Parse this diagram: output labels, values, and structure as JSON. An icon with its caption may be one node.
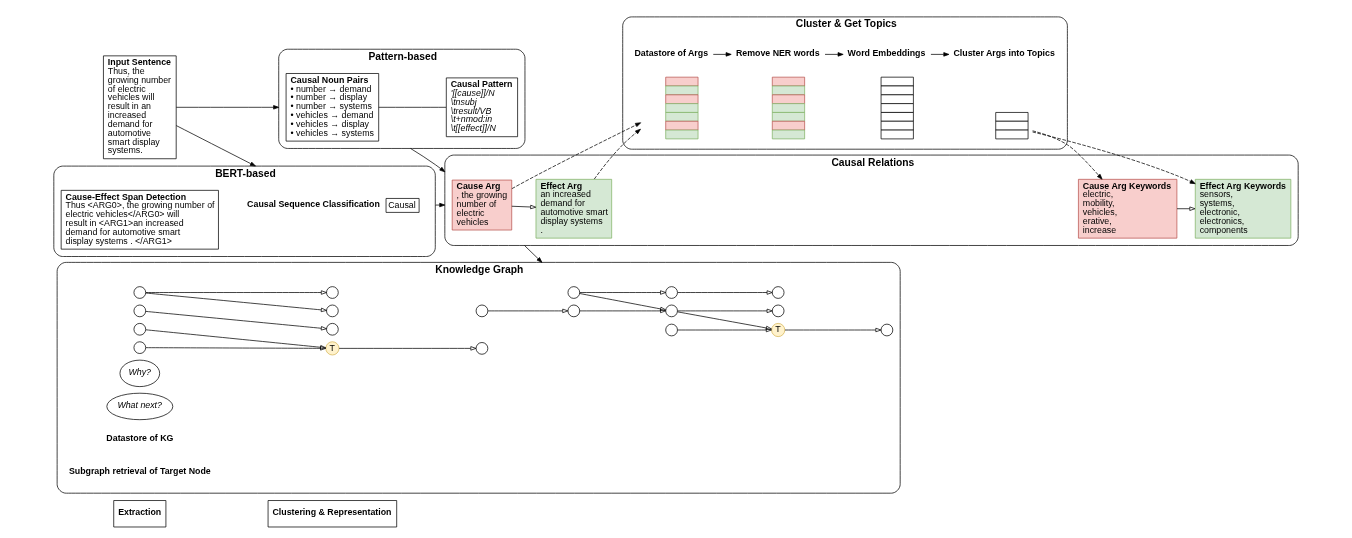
{
  "diagram": {
    "nodes": [
      {
        "text": [
          "Extraction"
        ]
      },
      {
        "text": [
          "Clustering & Representation"
        ]
      },
      {
        "text": [
          "Input Sentence",
          "Thus, the growing number of electric vehicles will result in an increased demand for automotive smart display systems."
        ]
      },
      {
        "text": [
          "Pattern-based"
        ]
      },
      {
        "text": [
          "Causal Noun Pairs",
          "• number → demand",
          "• number → display",
          "• number → systems",
          "• vehicles → demand",
          "• vehicles → display",
          "• vehicles → systems"
        ],
        "in": 3
      },
      {
        "text": [
          "Causal Pattern",
          "'[[cause]]/N",
          "\\tnsubj",
          "\\tresult/VB",
          "\\t+nmod:in",
          "\\t[[effect]]/N"
        ],
        "in": 3
      },
      {
        "text": [
          "BERT-based"
        ]
      },
      {
        "text": [
          "Causal"
        ],
        "beside": [
          "Causal Sequence Classification"
        ],
        "in": 6
      },
      {
        "text": [
          "Cause-Effect Span Detection",
          "Thus <ARG0>, the growing number of electric vehicles</ARG0> will result in <ARG1>an increased demand for automotive smart display systems . </ARG1>"
        ],
        "in": 6
      },
      {
        "text": [
          "Causal Relations"
        ]
      },
      {
        "text": [
          "Cause Arg",
          ", the growing number of electric vehicles"
        ],
        "in": 9
      },
      {
        "text": [
          "Effect Arg",
          "an increased demand for automotive smart display systems ."
        ],
        "in": 9
      },
      {
        "text": [
          "Cause Arg Keywords",
          "electric, mobility, vehicles, erative, increase"
        ],
        "in": 9
      },
      {
        "text": [
          "Effect Arg Keywords",
          "sensors, systems, electronic, electronics, components"
        ],
        "in": 9
      },
      {
        "text": [
          "Cluster & Get Topics"
        ]
      },
      {
        "text": [
          "Datastore of Args"
        ],
        "in": 14
      },
      {
        "text": [
          "Remove NER words"
        ],
        "in": 14
      },
      {
        "text": [
          "Word Embeddings"
        ],
        "in": 14
      },
      {
        "text": [
          "Cluster Args into Topics"
        ],
        "in": 14
      },
      {
        "text": [],
        "shape": "picture",
        "in": 14
      },
      {
        "text": [],
        "shape": "picture",
        "in": 14
      },
      {
        "text": [],
        "shape": "picture",
        "in": 14
      },
      {
        "text": [],
        "shape": "picture",
        "in": 14
      },
      {
        "text": [
          "Knowledge Graph"
        ]
      },
      {
        "text": [],
        "shape": "circle",
        "in": 23
      },
      {
        "text": [],
        "shape": "circle",
        "in": 23
      },
      {
        "text": [],
        "shape": "circle",
        "in": 23
      },
      {
        "text": [],
        "shape": "circle",
        "in": 23
      },
      {
        "text": [],
        "shape": "circle",
        "in": 23
      },
      {
        "text": [],
        "shape": "circle",
        "in": 23
      },
      {
        "text": [],
        "shape": "circle",
        "in": 23
      },
      {
        "text": [],
        "shape": "circle",
        "in": 23
      },
      {
        "text": [],
        "shape": "circle",
        "in": 23
      },
      {
        "text": [
          "T"
        ],
        "in": 23
      },
      {
        "text": [],
        "shape": "circle",
        "in": 23
      },
      {
        "text": [],
        "shape": "circle",
        "in": 23
      },
      {
        "text": [],
        "shape": "circle",
        "in": 23
      },
      {
        "text": [],
        "shape": "circle",
        "in": 23
      },
      {
        "text": [],
        "shape": "circle",
        "in": 23
      },
      {
        "text": [],
        "shape": "circle",
        "in": 23
      },
      {
        "text": [
          "T"
        ],
        "in": 23
      },
      {
        "text": [],
        "shape": "circle",
        "in": 23
      },
      {
        "text": [],
        "shape": "circle",
        "in": 23
      },
      {
        "text": [
          "Why?"
        ],
        "in": 23
      },
      {
        "text": [
          "What next?"
        ],
        "in": 23
      }
    ],
    "edges": [
      {
        "from": 2,
        "to": 3,
        "arrow": "to"
      },
      {
        "from": 2,
        "to": 6,
        "arrow": "to"
      },
      {
        "from": 3,
        "to": 9,
        "arrow": "to"
      },
      {
        "from": 6,
        "to": 9,
        "arrow": "to"
      },
      {
        "from": 4,
        "to": 5,
        "arrow": "none"
      },
      {
        "from": 15,
        "to": 16,
        "arrow": "to"
      },
      {
        "from": 16,
        "to": 17,
        "arrow": "to"
      },
      {
        "from": 17,
        "to": 18,
        "arrow": "to"
      },
      {
        "from": 10,
        "to": 11,
        "arrow": "to"
      },
      {
        "from": 10,
        "to": 19,
        "arrow": "to",
        "style": "dashed"
      },
      {
        "from": 11,
        "to": 19,
        "arrow": "to",
        "style": "dashed"
      },
      {
        "from": 22,
        "to": 12,
        "arrow": "to",
        "style": "dashed"
      },
      {
        "from": 22,
        "to": 13,
        "arrow": "to",
        "style": "dashed"
      },
      {
        "from": 12,
        "to": 13,
        "arrow": "to"
      },
      {
        "from": 9,
        "to": 23,
        "arrow": "to"
      },
      {
        "from": 25,
        "to": 26,
        "arrow": "to"
      },
      {
        "from": 26,
        "to": 28,
        "arrow": "to"
      },
      {
        "from": 24,
        "to": 28,
        "arrow": "to"
      },
      {
        "from": 24,
        "to": 27,
        "arrow": "to"
      },
      {
        "from": 27,
        "to": 29,
        "arrow": "to"
      },
      {
        "from": 28,
        "to": 31,
        "arrow": "to"
      },
      {
        "from": 28,
        "to": 33,
        "arrow": "to"
      },
      {
        "from": 34,
        "to": 33,
        "arrow": "to"
      },
      {
        "from": 33,
        "to": 37,
        "arrow": "to"
      },
      {
        "from": 30,
        "to": 32,
        "arrow": "to"
      },
      {
        "from": 30,
        "to": 35,
        "arrow": "to"
      },
      {
        "from": 38,
        "to": 36,
        "arrow": "to"
      },
      {
        "from": 39,
        "to": 40,
        "arrow": "to"
      },
      {
        "from": 41,
        "to": 40,
        "arrow": "to"
      },
      {
        "from": 40,
        "to": 42,
        "arrow": "to"
      }
    ],
    "labels": [
      "Datastore of KG",
      "Subgraph retrieval of Target Node"
    ]
  }
}
